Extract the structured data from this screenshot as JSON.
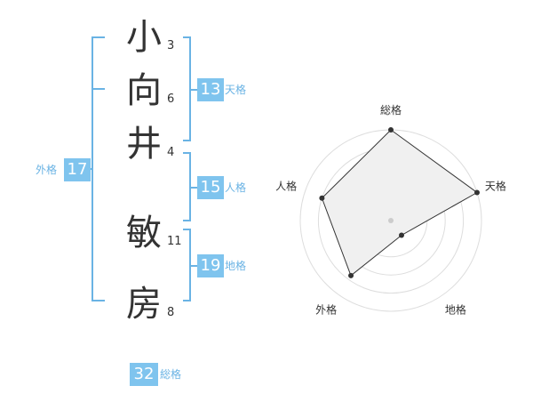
{
  "name": {
    "chars": [
      {
        "char": "小",
        "strokes": "3"
      },
      {
        "char": "向",
        "strokes": "6"
      },
      {
        "char": "井",
        "strokes": "4"
      },
      {
        "char": "敏",
        "strokes": "11"
      },
      {
        "char": "房",
        "strokes": "8"
      }
    ]
  },
  "fortune": {
    "tenkaku": {
      "value": "13",
      "label": "天格"
    },
    "jinkaku": {
      "value": "15",
      "label": "人格"
    },
    "chikaku": {
      "value": "19",
      "label": "地格"
    },
    "gaikaku": {
      "value": "17",
      "label": "外格"
    },
    "soukaku": {
      "value": "32",
      "label": "総格"
    }
  },
  "colors": {
    "accent": "#7fc4ee",
    "bracket": "#6ab3e4",
    "polygon_fill": "#f0f0f0"
  },
  "chart_data": {
    "type": "radar",
    "axes": [
      "総格",
      "天格",
      "地格",
      "外格",
      "人格"
    ],
    "values": [
      1.0,
      1.0,
      0.2,
      0.75,
      0.8
    ],
    "rlim": [
      0,
      1
    ],
    "rings": 5
  }
}
